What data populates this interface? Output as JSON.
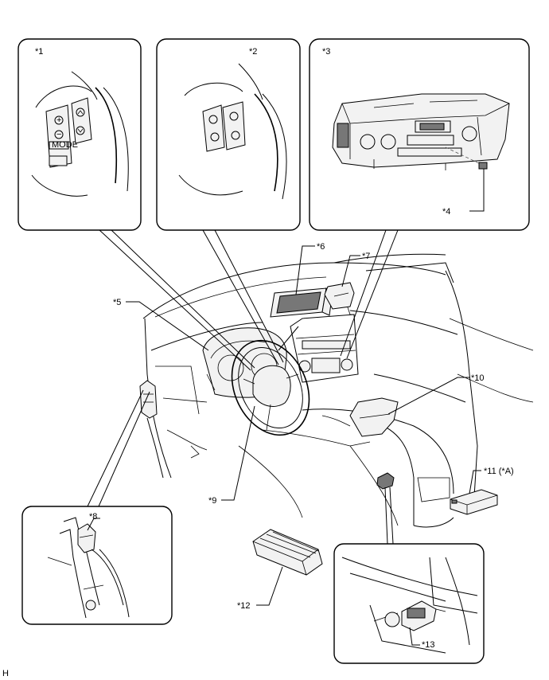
{
  "callouts": {
    "c1": "*1",
    "c2": "*2",
    "c3": "*3",
    "c4": "*4",
    "c5": "*5",
    "c6": "*6",
    "c7": "*7",
    "c8": "*8",
    "c9": "*9",
    "c10": "*10",
    "c11": "*11 (*A)",
    "c12": "*12",
    "c13": "*13"
  },
  "switch_labels": {
    "mode": "MODE"
  },
  "footer_mark": "H"
}
